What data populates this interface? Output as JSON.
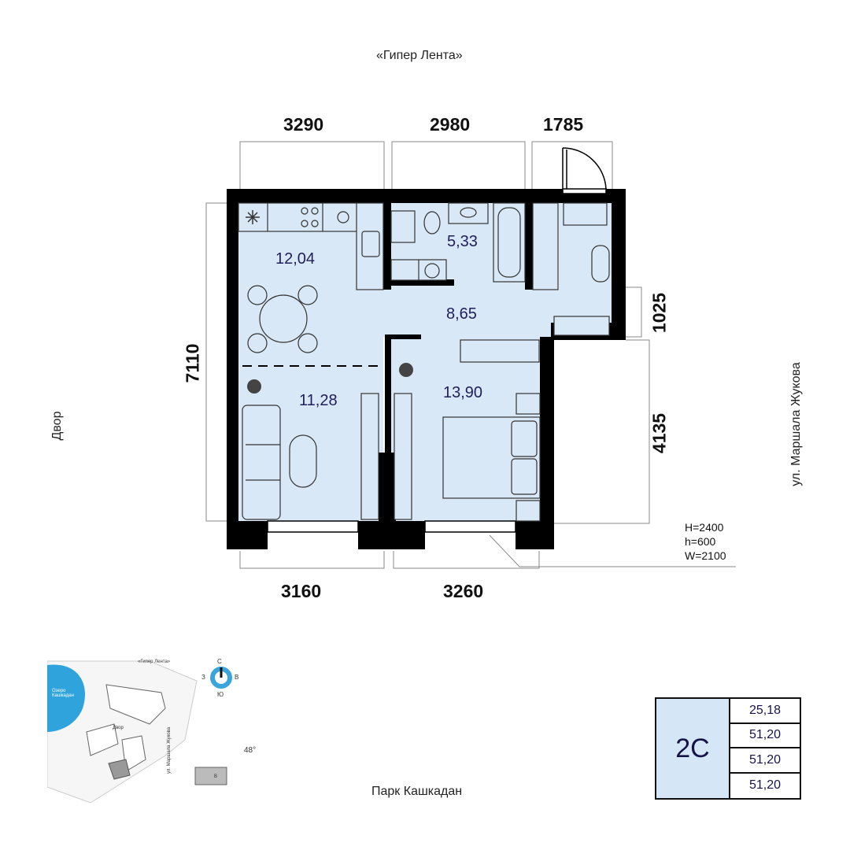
{
  "streets": {
    "top": "«Гипер Лента»",
    "left": "Двор",
    "right": "ул. Маршала Жукова",
    "bottom": "Парк Кашкадан"
  },
  "dimensions": {
    "top": [
      "3290",
      "2980",
      "1785"
    ],
    "bottom": [
      "3160",
      "3260"
    ],
    "left": "7110",
    "right_upper": "1025",
    "right_lower": "4135"
  },
  "rooms": {
    "kitchen": "12,04",
    "bathroom": "5,33",
    "hall": "8,65",
    "living": "11,28",
    "bedroom": "13,90"
  },
  "specs": {
    "H": "H=2400",
    "h": "h=600",
    "W": "W=2100"
  },
  "badge": {
    "type": "2С",
    "areas": [
      "25,18",
      "51,20",
      "51,20",
      "51,20"
    ]
  },
  "minimap": {
    "lake": "Озеро Кашкадан",
    "top_road": "«Гипер Лента»",
    "yard": "Двор",
    "street": "ул. Маршала Жукова",
    "section": "В",
    "angle": "48°"
  },
  "compass": {
    "north": "С",
    "south": "Ю",
    "west": "З",
    "east": "В"
  },
  "colors": {
    "wall": "#000000",
    "floor": "#d9e8f6",
    "text": "#1f1f5a",
    "compass": "#3aa5dc",
    "lake": "#2ea3dc"
  }
}
